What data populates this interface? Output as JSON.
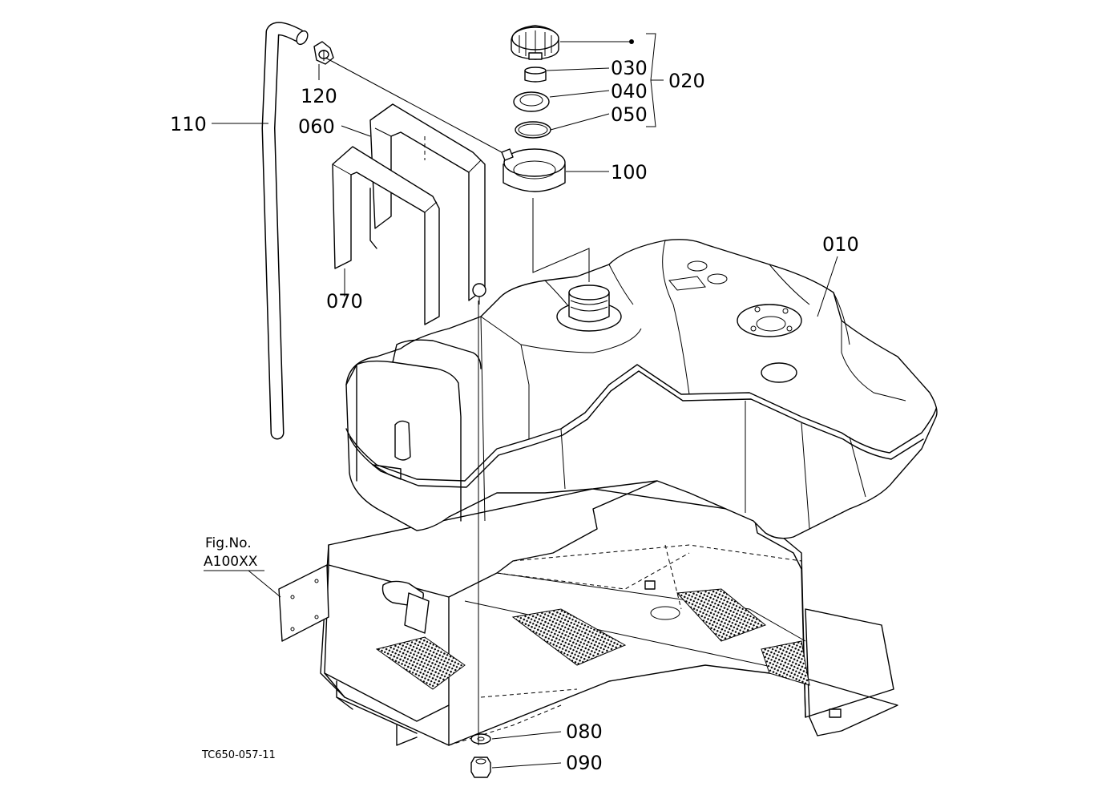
{
  "callouts": {
    "p010": "010",
    "p020": "020",
    "p030": "030",
    "p040": "040",
    "p050": "050",
    "p060": "060",
    "p070": "070",
    "p080": "080",
    "p090": "090",
    "p100": "100",
    "p110": "110",
    "p120": "120"
  },
  "fig_ref": {
    "label": "Fig.No.",
    "code": "A100XX"
  },
  "drawing_id": "TC650-057-11"
}
